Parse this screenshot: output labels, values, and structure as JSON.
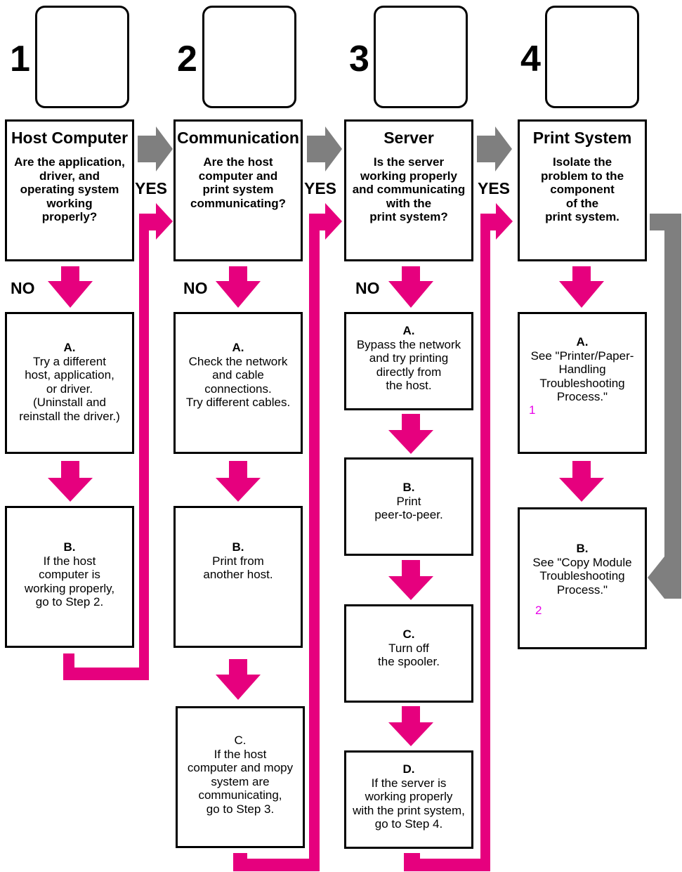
{
  "columns": [
    {
      "number": "1",
      "icon": "computer-icon",
      "title": "Host Computer",
      "question": "Are the application,\ndriver, and\noperating system\nworking\nproperly?",
      "steps": [
        {
          "letter": "A.",
          "text": "Try a different\nhost, application,\nor driver.\n(Uninstall and\nreinstall the driver.)"
        },
        {
          "letter": "B.",
          "text": "If the host\ncomputer is\nworking properly,\ngo to Step 2."
        }
      ]
    },
    {
      "number": "2",
      "icon": "exchange-arrows-icon",
      "title": "Communication",
      "question": "Are the host\ncomputer and\nprint system\ncommunicating?",
      "steps": [
        {
          "letter": "A.",
          "text": "Check the network\nand cable\nconnections.\nTry different cables."
        },
        {
          "letter": "B.",
          "text": "Print from\nanother host."
        },
        {
          "letter": "C.",
          "text": "If the host\ncomputer and mopy\nsystem are\ncommunicating,\ngo to Step 3."
        }
      ]
    },
    {
      "number": "3",
      "icon": "server-tower-icon",
      "title": "Server",
      "question": "Is the server\nworking properly\nand communicating\nwith the\nprint system?",
      "steps": [
        {
          "letter": "A.",
          "text": "Bypass the network\nand try printing\ndirectly from\nthe host."
        },
        {
          "letter": "B.",
          "text": "Print\npeer-to-peer."
        },
        {
          "letter": "C.",
          "text": "Turn off\nthe spooler."
        },
        {
          "letter": "D.",
          "text": "If the server is\nworking properly\nwith the print system,\ngo to Step 4."
        }
      ]
    },
    {
      "number": "4",
      "icon": "printer-system-icon",
      "title": "Print System",
      "question": "Isolate the\nproblem to the\ncomponent\nof the\nprint system.",
      "steps": [
        {
          "letter": "A.",
          "text": "See \"Printer/Paper-\nHandling\nTroubleshooting\nProcess.\"",
          "ref": "1"
        },
        {
          "letter": "B.",
          "text": "See \"Copy Module\nTroubleshooting\nProcess.\"",
          "ref": "2"
        }
      ]
    }
  ],
  "labels": {
    "yes": "YES",
    "no": "NO"
  },
  "colors": {
    "flow": "#e6007e",
    "gray": "#7f7f7f",
    "pink_light": "#f6c6d6",
    "ref": "#e800e8"
  }
}
